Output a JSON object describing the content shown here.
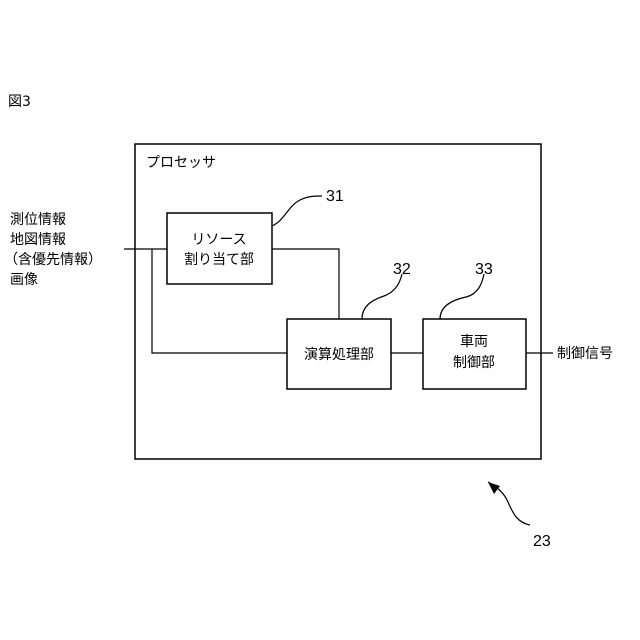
{
  "figure_label": "図3",
  "processor": {
    "label": "プロセッサ",
    "ref": "23"
  },
  "inputs": [
    "測位情報",
    "地図情報",
    "（含優先情報）",
    "画像"
  ],
  "blocks": {
    "resource": {
      "lines": [
        "リソース",
        "割り当て部"
      ],
      "ref": "31"
    },
    "compute": {
      "lines": [
        "演算処理部"
      ],
      "ref": "32"
    },
    "vehicle": {
      "lines": [
        "車両",
        "制御部"
      ],
      "ref": "33"
    }
  },
  "output": "制御信号"
}
